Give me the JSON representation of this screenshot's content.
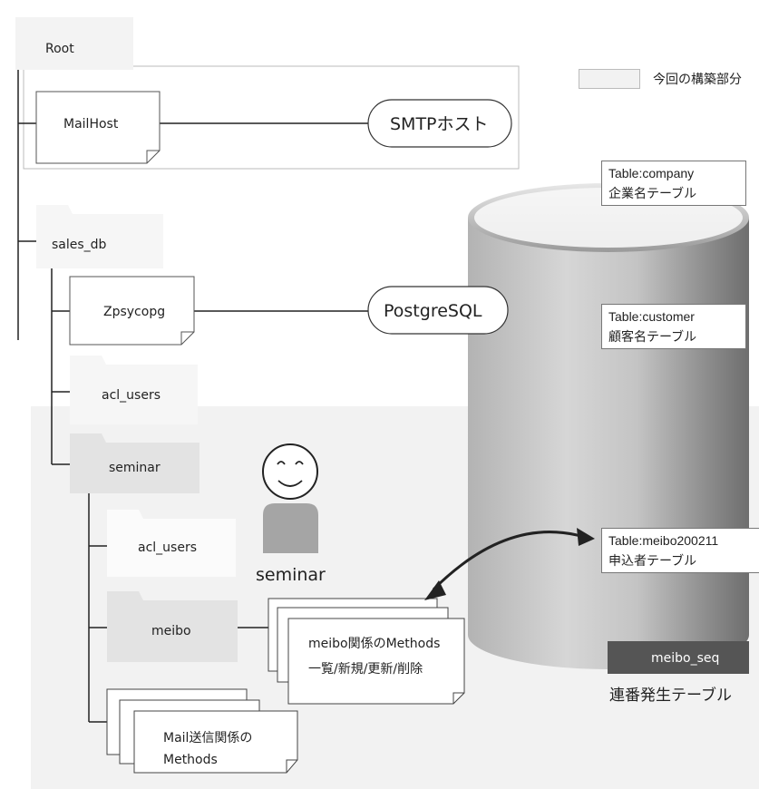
{
  "legend": {
    "label": "今回の構築部分"
  },
  "tree": {
    "root": "Root",
    "mailhost": "MailHost",
    "sales_db": "sales_db",
    "zpsycopg": "Zpsycopg",
    "acl_users_1": "acl_users",
    "seminar": "seminar",
    "acl_users_2": "acl_users",
    "meibo": "meibo"
  },
  "services": {
    "smtp": "SMTPホスト",
    "postgres": "PostgreSQL"
  },
  "user": {
    "label": "seminar"
  },
  "methods": {
    "meibo_line1": "meibo関係のMethods",
    "meibo_line2": "一覧/新規/更新/削除",
    "mail_line1": "Mail送信関係の",
    "mail_line2": "Methods"
  },
  "database": {
    "tables": [
      {
        "name": "Table:company",
        "desc": "企業名テーブル"
      },
      {
        "name": "Table:customer",
        "desc": "顧客名テーブル"
      },
      {
        "name": "Table:meibo200211",
        "desc": "申込者テーブル"
      }
    ],
    "sequence": {
      "name": "meibo_seq",
      "desc": "連番発生テーブル"
    }
  },
  "colors": {
    "highlight": "#f2f2f2",
    "folder_fill": "#e3e3e3",
    "sequence_fill": "#555555",
    "person_body": "#a5a5a5"
  }
}
